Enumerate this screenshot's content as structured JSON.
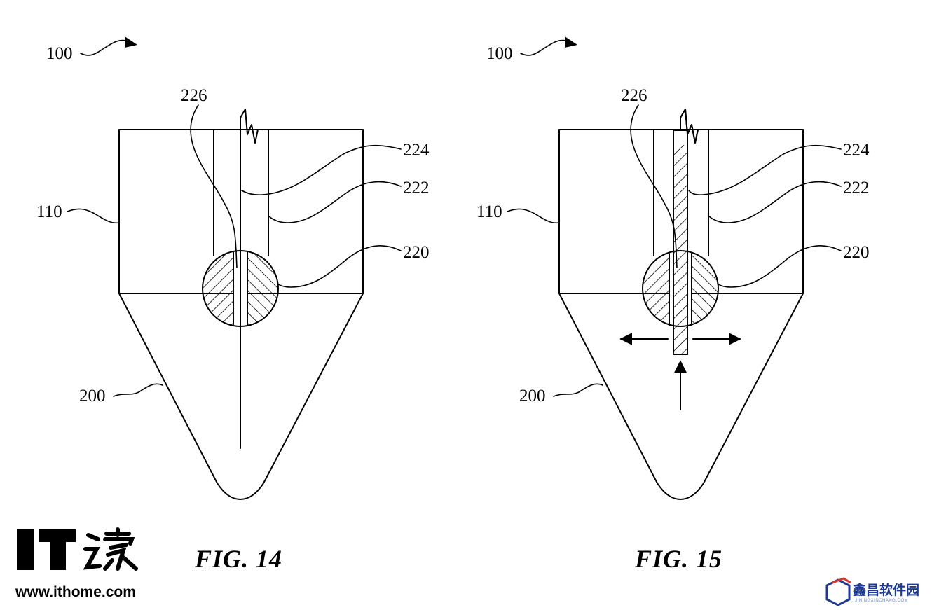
{
  "figures": [
    {
      "caption": "FIG. 14",
      "labels": {
        "assembly": "100",
        "housing": "110",
        "tip": "200",
        "ball": "220",
        "channel": "222",
        "rod": "224",
        "slot": "226"
      },
      "state": "closed"
    },
    {
      "caption": "FIG. 15",
      "labels": {
        "assembly": "100",
        "housing": "110",
        "tip": "200",
        "ball": "220",
        "channel": "222",
        "rod": "224",
        "slot": "226"
      },
      "state": "open"
    }
  ],
  "watermarks": {
    "ithome_logo_letters": "IT之家",
    "ithome_url": "www.ithome.com",
    "xinchang_name": "鑫昌软件园",
    "xinchang_url": "JININGXINCHANG.COM"
  },
  "colors": {
    "line": "#000000",
    "background": "#ffffff",
    "xinchang_blue": "#1f3a93",
    "xinchang_red": "#d9342b"
  }
}
